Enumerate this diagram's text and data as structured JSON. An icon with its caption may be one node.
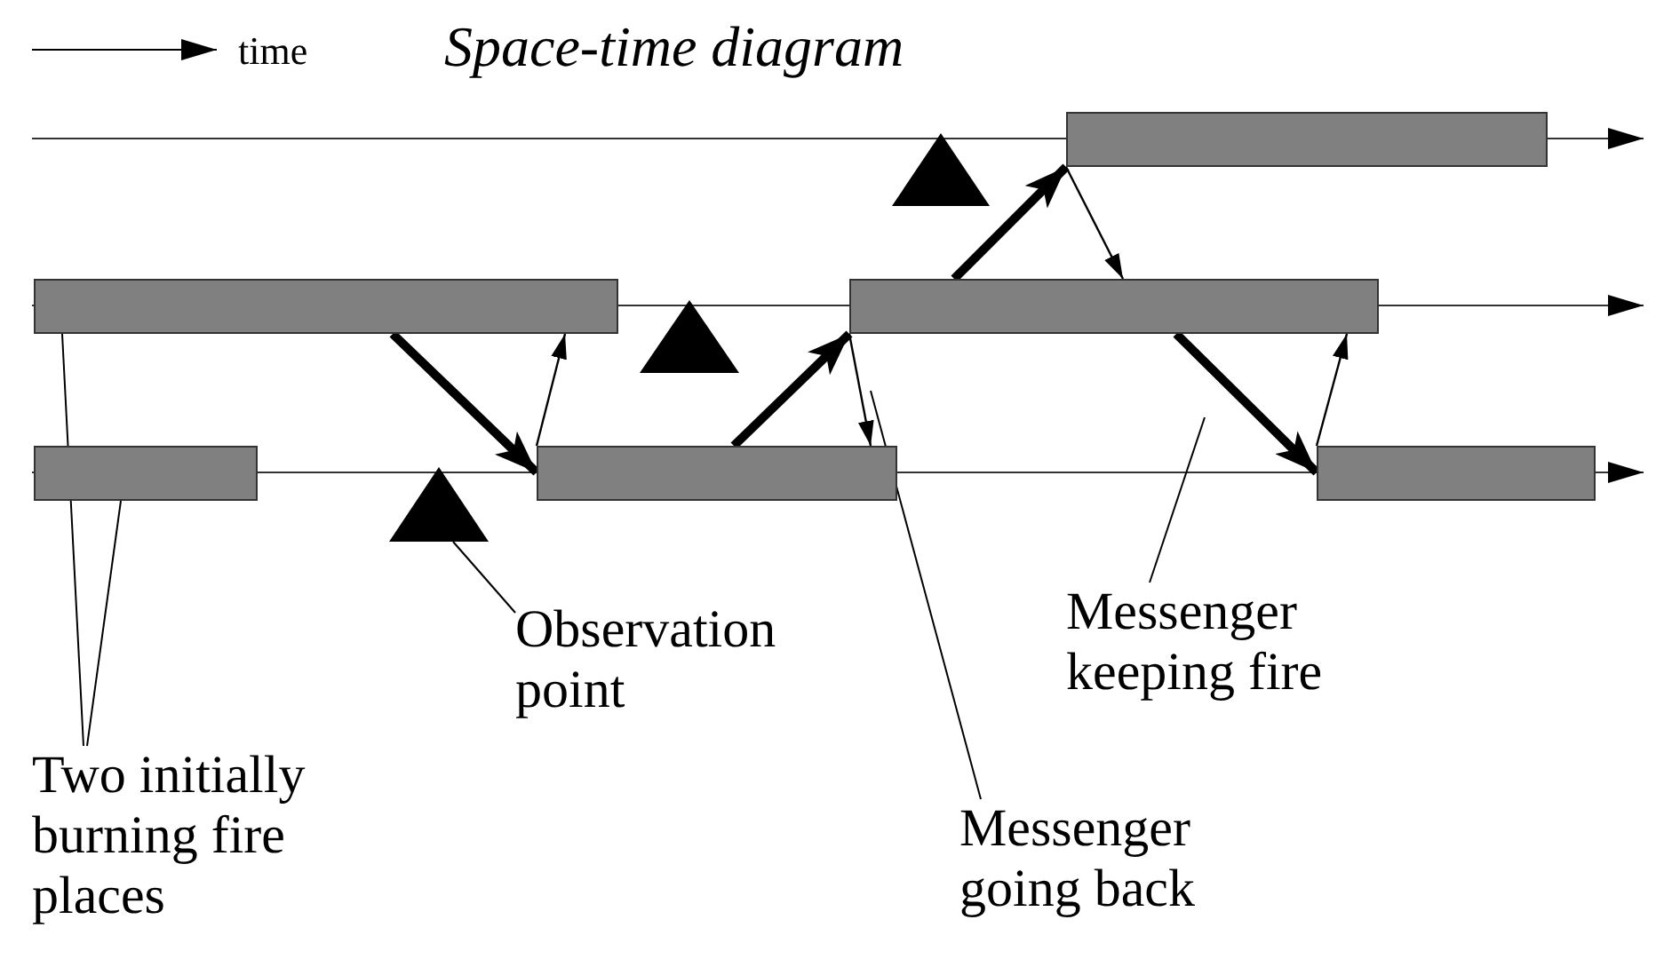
{
  "diagram": {
    "title": "Space-time diagram",
    "nodes": [
      {
        "text": [],
        "shape": "bar"
      },
      {
        "text": [],
        "shape": "bar"
      },
      {
        "text": [],
        "shape": "bar"
      },
      {
        "text": [],
        "shape": "bar"
      },
      {
        "text": [],
        "shape": "bar"
      },
      {
        "text": [],
        "shape": "bar"
      },
      {
        "text": [],
        "shape": "triangle"
      },
      {
        "text": [],
        "shape": "triangle"
      },
      {
        "text": [],
        "shape": "triangle"
      },
      {
        "text": [
          "Observation point"
        ]
      },
      {
        "text": [
          "Two initially burning fire places"
        ]
      },
      {
        "text": [
          "Messenger going back"
        ]
      },
      {
        "text": [
          "Messenger keeping fire"
        ]
      }
    ],
    "edges": [
      {
        "from": 1,
        "to": 4,
        "arrow": "to",
        "style": "thick"
      },
      {
        "from": 4,
        "to": 1,
        "arrow": "to"
      },
      {
        "from": 4,
        "to": 2,
        "arrow": "to",
        "style": "thick"
      },
      {
        "from": 2,
        "to": 4,
        "arrow": "to"
      },
      {
        "from": 2,
        "to": 0,
        "arrow": "to",
        "style": "thick"
      },
      {
        "from": 0,
        "to": 2,
        "arrow": "to"
      },
      {
        "from": 2,
        "to": 5,
        "arrow": "to",
        "style": "thick"
      },
      {
        "from": 5,
        "to": 2,
        "arrow": "to"
      },
      {
        "from": 10,
        "to": 1,
        "arrow": "none"
      },
      {
        "from": 10,
        "to": 3,
        "arrow": "none"
      },
      {
        "from": 9,
        "to": 8,
        "arrow": "none"
      },
      {
        "from": 11,
        "to": null,
        "arrow": "none"
      },
      {
        "from": 12,
        "to": null,
        "arrow": "none"
      }
    ],
    "legend": [
      {
        "text": "time"
      }
    ]
  }
}
